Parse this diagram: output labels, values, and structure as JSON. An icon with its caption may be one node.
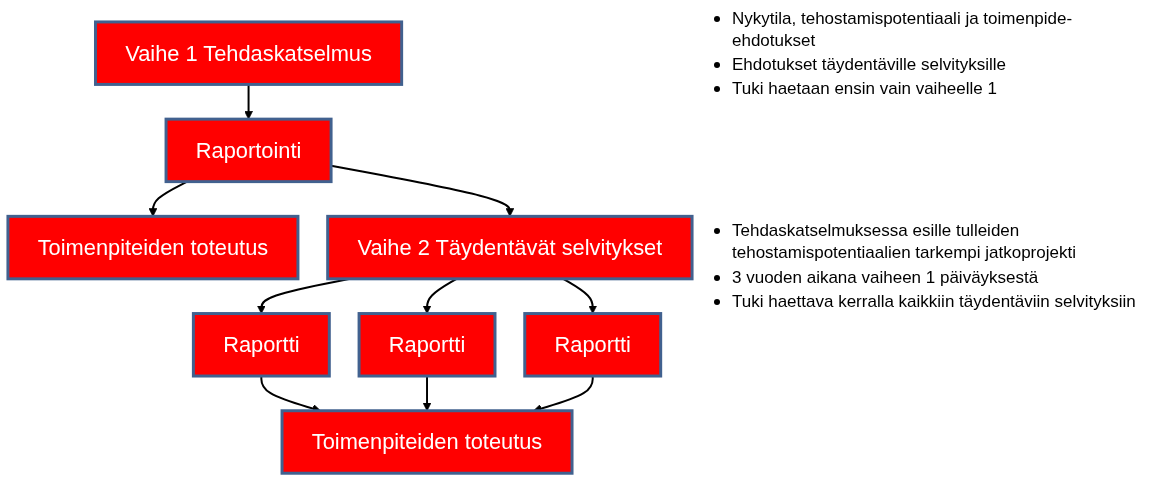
{
  "diagram": {
    "nodes": [
      {
        "text": [
          "Vaihe 1 Tehdaskatselmus"
        ]
      },
      {
        "text": [
          "Raportointi"
        ]
      },
      {
        "text": [
          "Toimenpiteiden toteutus"
        ]
      },
      {
        "text": [
          "Vaihe 2 Täydentävät selvitykset"
        ]
      },
      {
        "text": [
          "Raportti"
        ]
      },
      {
        "text": [
          "Raportti"
        ]
      },
      {
        "text": [
          "Raportti"
        ]
      },
      {
        "text": [
          "Toimenpiteiden toteutus"
        ]
      }
    ],
    "edges": [
      {
        "from": 0,
        "to": 1,
        "arrow": "to"
      },
      {
        "from": 1,
        "to": 2,
        "arrow": "to"
      },
      {
        "from": 1,
        "to": 3,
        "arrow": "to"
      },
      {
        "from": 3,
        "to": 4,
        "arrow": "to"
      },
      {
        "from": 3,
        "to": 5,
        "arrow": "to"
      },
      {
        "from": 3,
        "to": 6,
        "arrow": "to"
      },
      {
        "from": 4,
        "to": 7,
        "arrow": "to"
      },
      {
        "from": 5,
        "to": 7,
        "arrow": "to"
      },
      {
        "from": 6,
        "to": 7,
        "arrow": "to"
      }
    ],
    "labels": [
      "Nykytila, tehostamispotentiaali ja toimenpide-ehdotukset",
      "Ehdotukset täydentäville selvityksille",
      "Tuki haetaan ensin vain vaiheelle 1",
      "Tehdaskatselmuksessa esille tulleiden tehostamispotentiaalien tarkempi jatkoprojekti",
      "3 vuoden aikana vaiheen 1 päiväyksestä",
      "Tuki haettava kerralla kaikkiin täydentäviin selvityksiin"
    ]
  }
}
